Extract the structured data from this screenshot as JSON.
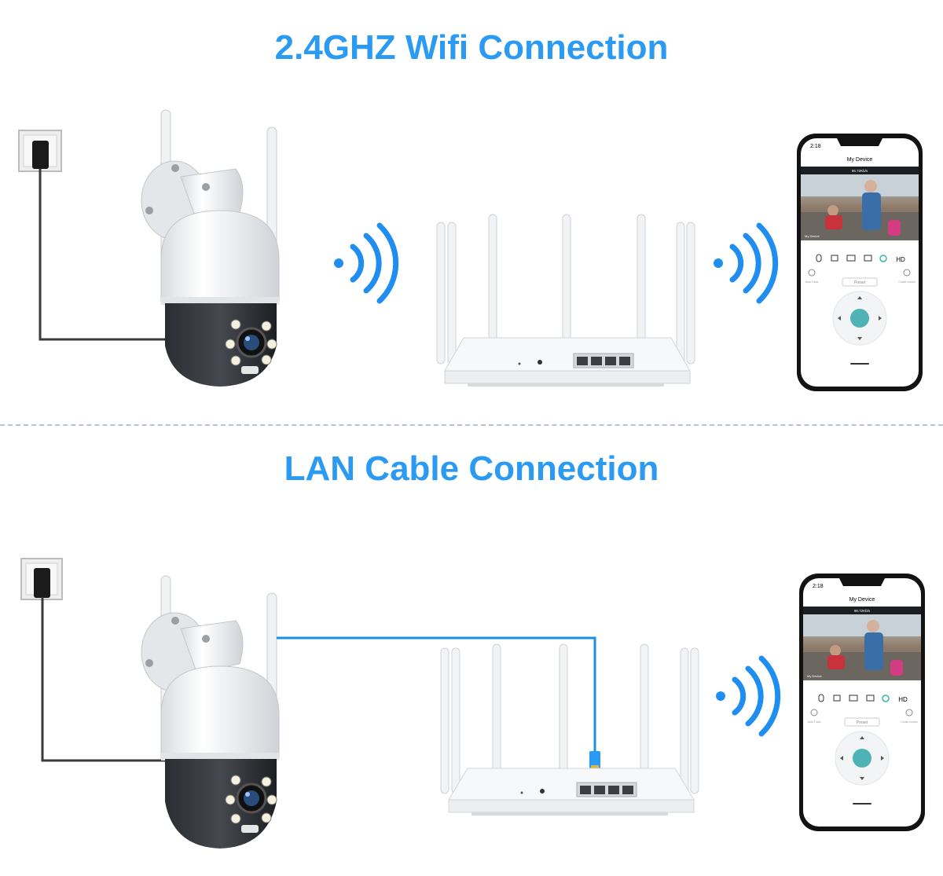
{
  "titles": {
    "wifi": "2.4GHZ Wifi Connection",
    "lan": "LAN Cable Connection"
  },
  "phone_app": {
    "time": "2:18",
    "screen_title": "My Device",
    "bitrate": "96.72Kb/s",
    "overlay_tag": "My Device",
    "quality": "HD",
    "auto_track": "Auto Track",
    "preset": "Preset",
    "cruise": "Cruise control"
  },
  "colors": {
    "title": "#2a9af3",
    "signal": "#1f8ef0",
    "lan_cable": "#1a8fe3",
    "ptz_button": "#4fb3b6",
    "divider": "#b6c3d3"
  },
  "icons": {
    "power_outlet": "power-outlet-icon",
    "camera": "ptz-camera-icon",
    "router": "router-icon",
    "signal": "wifi-signal-icon",
    "phone": "smartphone-icon"
  }
}
